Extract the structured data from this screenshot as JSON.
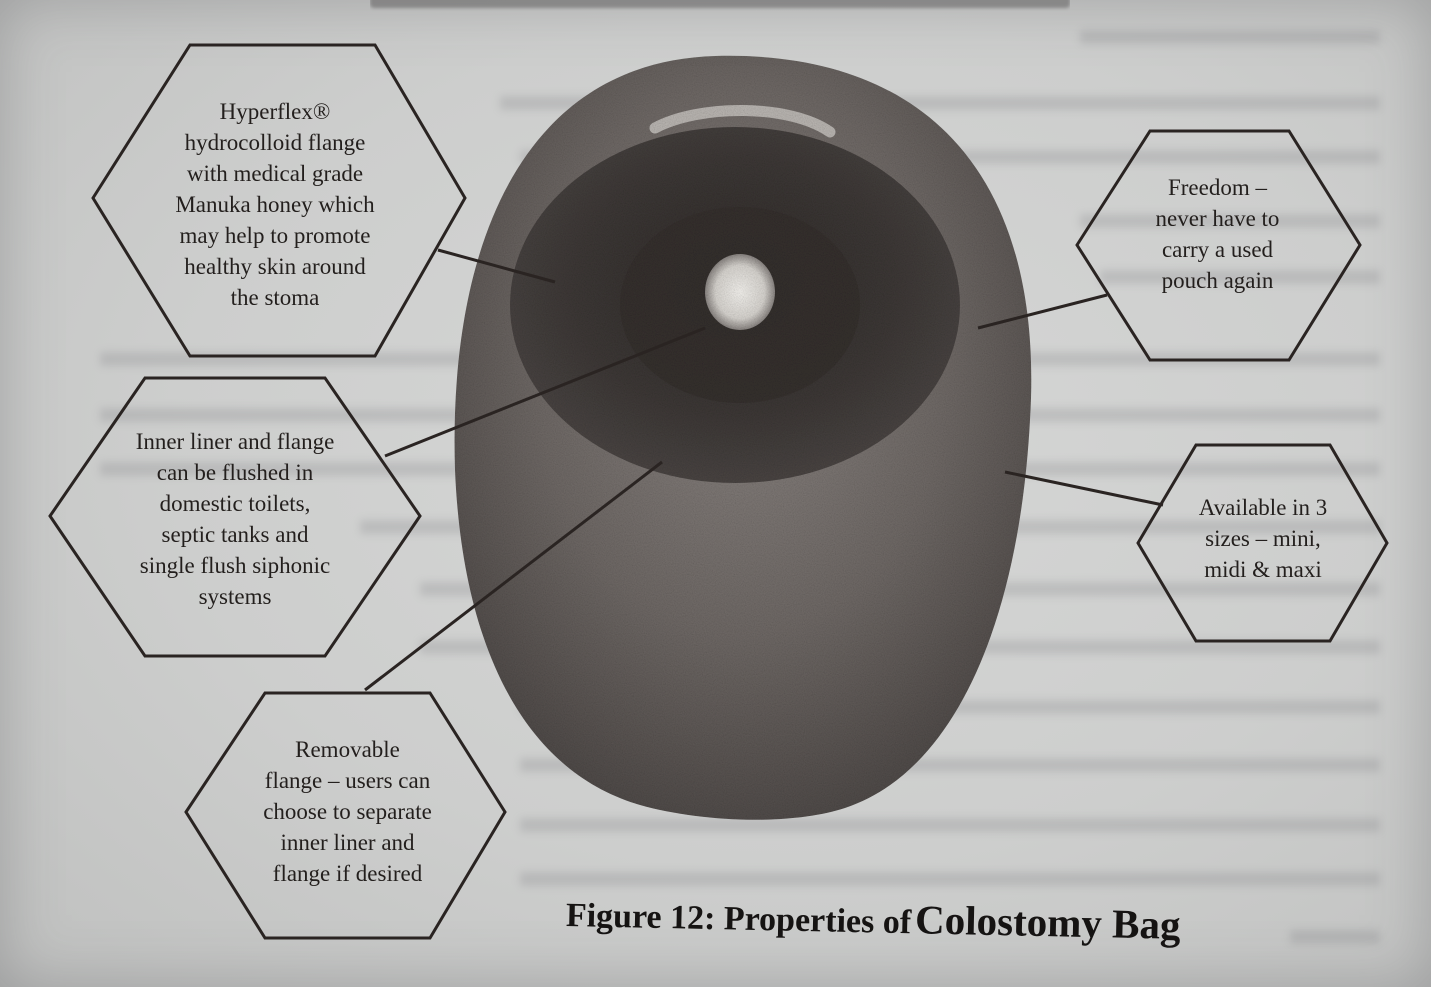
{
  "figure": {
    "caption_prefix": "Figure 12: Properties of",
    "caption_suffix": "Colostomy Bag",
    "callouts": [
      {
        "id": "flange",
        "text": "Hyperflex®\nhydrocolloid flange\nwith medical grade\nManuka honey which\nmay help to promote\nhealthy skin around\nthe stoma"
      },
      {
        "id": "flushable",
        "text": "Inner liner and flange\ncan be flushed in\ndomestic toilets,\nseptic tanks and\nsingle flush siphonic\nsystems"
      },
      {
        "id": "removable",
        "text": "Removable\nflange – users can\nchoose to separate\ninner liner and\nflange if desired"
      },
      {
        "id": "freedom",
        "text": "Freedom –\nnever have to\ncarry a used\npouch again"
      },
      {
        "id": "sizes",
        "text": "Available in 3\nsizes – mini,\nmidi & maxi"
      }
    ]
  },
  "colors": {
    "ink": "#231f1d",
    "pouch_body": "#6f6966",
    "pouch_flange": "#3f3a38",
    "paper": "#d2d3d2"
  }
}
